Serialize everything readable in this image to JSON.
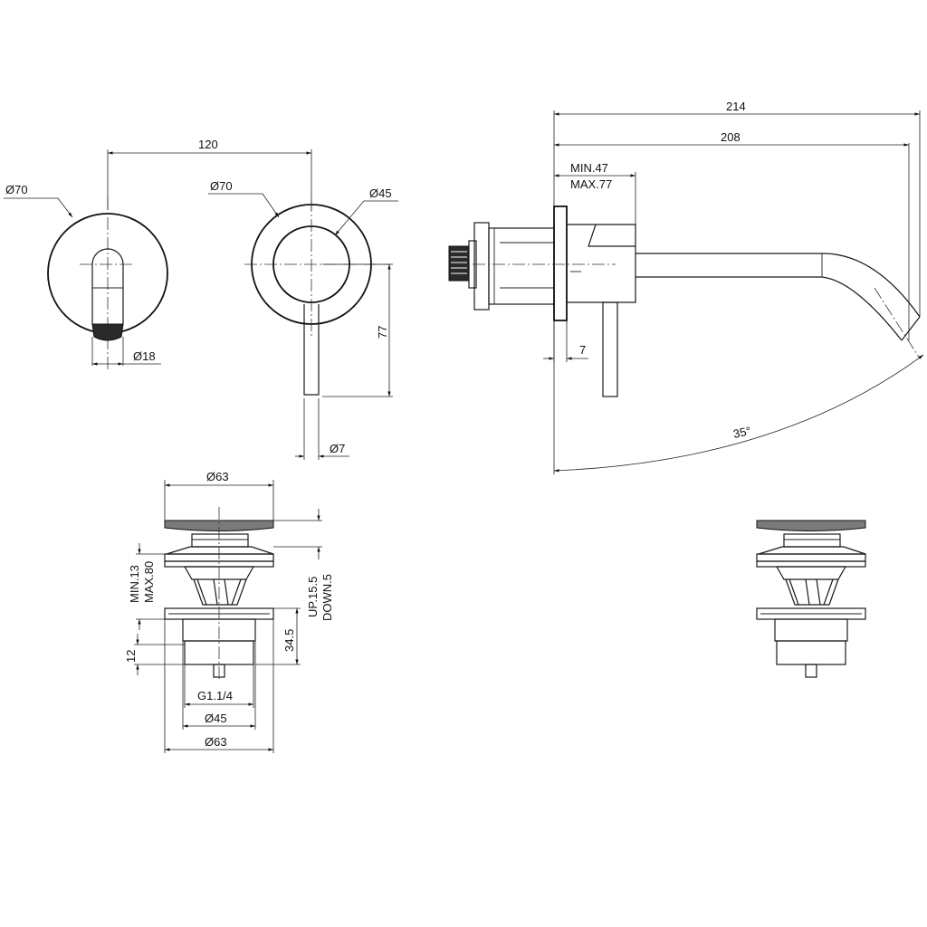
{
  "labels": {
    "rosette_dia_left": "Ø70",
    "spout_dia": "Ø18",
    "centers": "120",
    "rosette_dia_right": "Ø70",
    "cap_dia": "Ø45",
    "handle_height": "77",
    "handle_dia": "Ø7",
    "total_projection": "214",
    "spout_projection": "208",
    "min_depth": "MIN.47",
    "max_depth": "MAX.77",
    "plate_thickness": "7",
    "rotation_angle": "35°",
    "drain_cap_dia": "Ø63",
    "clamp_range": "MIN.13\nMAX.80",
    "clamp_min": "MIN.13",
    "clamp_max": "MAX.80",
    "stroke": "UP.15.5\nDOWN.5",
    "stroke_up": "UP.15.5",
    "stroke_down": "DOWN.5",
    "body_height": "34.5",
    "thread_length": "12",
    "thread": "G1.1/4",
    "body_dia": "Ø45",
    "flange_dia": "Ø63"
  }
}
